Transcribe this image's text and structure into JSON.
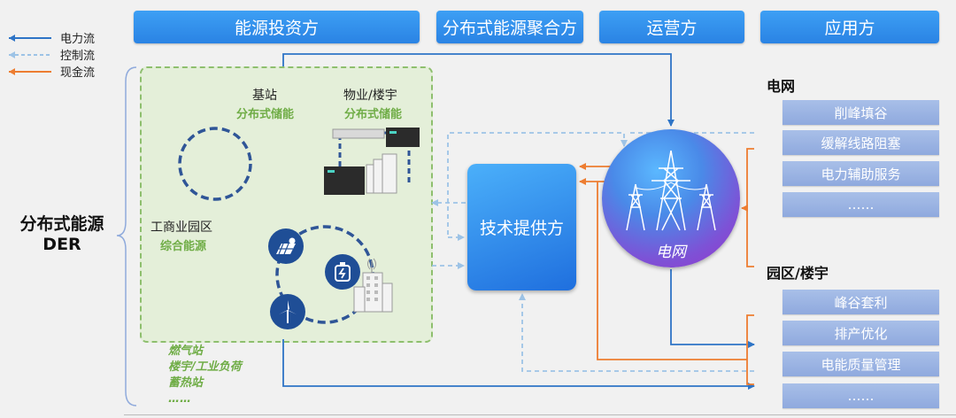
{
  "legend": [
    {
      "label": "电力流",
      "style": "solid",
      "color": "#2e74c6"
    },
    {
      "label": "控制流",
      "style": "dashed",
      "color": "#9dc3e6"
    },
    {
      "label": "现金流",
      "style": "solid",
      "color": "#ed7d31"
    }
  ],
  "headers": {
    "investor": "能源投资方",
    "aggregator": "分布式能源聚合方",
    "operator": "运营方",
    "application": "应用方"
  },
  "der": {
    "title_cn": "分布式能源",
    "title_en": "DER",
    "base_station": "基站",
    "base_station_sub": "分布式储能",
    "property": "物业/楼宇",
    "property_sub": "分布式储能",
    "industrial_park": "工商业园区",
    "industrial_sub": "综合能源",
    "more_items": [
      "燃气站",
      "楼宇/工业负荷",
      "蓄热站",
      "……"
    ]
  },
  "tech_provider": "技术提供方",
  "grid_label": "电网",
  "grid_section": {
    "title": "电网",
    "items": [
      "削峰填谷",
      "缓解线路阻塞",
      "电力辅助服务",
      "……"
    ]
  },
  "park_section": {
    "title": "园区/楼宇",
    "items": [
      "峰谷套利",
      "排产优化",
      "电能质量管理",
      "……"
    ]
  },
  "colors": {
    "power_flow": "#2e74c6",
    "control_flow": "#9dc3e6",
    "cash_flow": "#ed7d31",
    "header_blue": "#2a83e4",
    "green_label": "#70ad47"
  }
}
